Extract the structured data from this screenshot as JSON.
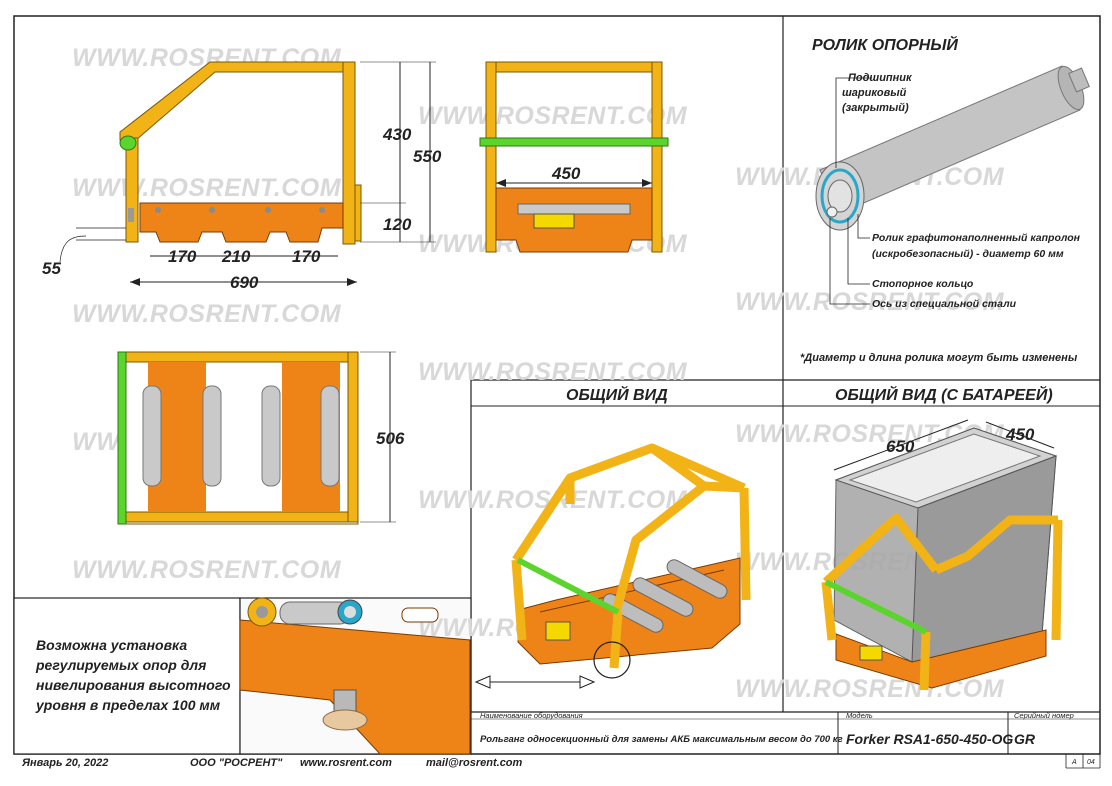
{
  "watermark": "WWW.ROSRENT.COM",
  "roller_title": "РОЛИК ОПОРНЫЙ",
  "roller_labels": {
    "bearing": [
      "Подшипник",
      "шариковый",
      "(закрытый)"
    ],
    "roller_line1": "Ролик графитонаполненный капролон",
    "roller_line2": "(искробезопасный) - диаметр 60 мм",
    "ring": "Стопорное кольцо",
    "axle": "Ось из специальной стали",
    "note": "*Диаметр и длина ролика могут быть изменены"
  },
  "dimensions": {
    "h430": "430",
    "h550": "550",
    "h120": "120",
    "d55": "55",
    "w170a": "170",
    "w210": "210",
    "w170b": "170",
    "w690": "690",
    "w450": "450",
    "d506": "506",
    "b650": "650",
    "b450": "450"
  },
  "views": {
    "general": "ОБЩИЙ ВИД",
    "with_battery": "ОБЩИЙ ВИД (С БАТАРЕЕЙ)"
  },
  "note_box": [
    "Возможна установка",
    "регулируемых опор для",
    "нивелирования высотного",
    "уровня в пределах 100 мм"
  ],
  "title_block": {
    "name_label": "Наименование оборудования",
    "name_value": "Рольганг односекционный для замены АКБ максимальным весом до 700 кг",
    "model_label": "Модель",
    "model_value": "Forker RSA1-650-450-OG",
    "serial_label": "Серийный номер",
    "serial_value": "GR"
  },
  "footer": {
    "date": "Январь 20, 2022",
    "company": "ООО \"РОСРЕНТ\"",
    "site": "www.rosrent.com",
    "mail": "mail@rosrent.com",
    "sheet_a": "А",
    "sheet_num": "04"
  },
  "colors": {
    "frame": "#f2b316",
    "base": "#ee8418",
    "bar": "#5bd52e",
    "roller": "#c9c9c9",
    "battery": "#a9a9a9"
  }
}
